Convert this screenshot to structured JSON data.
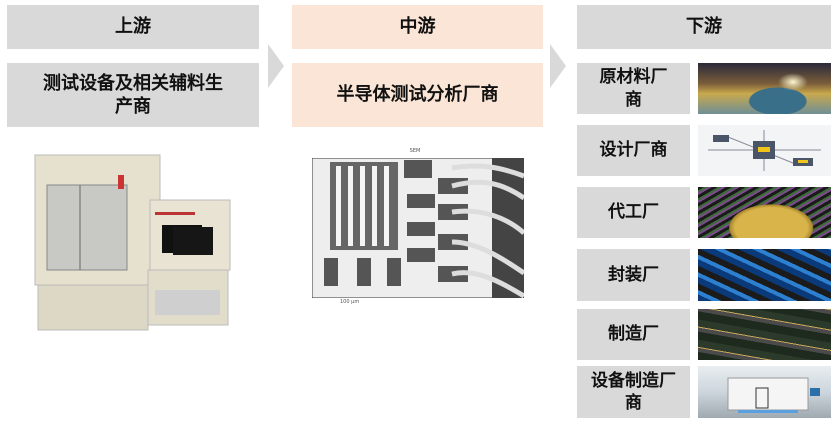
{
  "upstream": {
    "header": "上游",
    "title": "测试设备及相关辅料生产商",
    "image": "test-equipment-machine"
  },
  "midstream": {
    "header": "中游",
    "title": "半导体测试分析厂商",
    "image": "sem-micrograph",
    "image_caption": "SEM",
    "scale_label": "100 µm"
  },
  "downstream": {
    "header": "下游",
    "items": [
      {
        "label": "原材料厂商",
        "image": "wafer-materials"
      },
      {
        "label": "设计厂商",
        "image": "chip-design"
      },
      {
        "label": "代工厂",
        "image": "wafer"
      },
      {
        "label": "封装厂",
        "image": "packaged-chips"
      },
      {
        "label": "制造厂",
        "image": "circuit-board"
      },
      {
        "label": "设备制造厂商",
        "image": "equipment"
      }
    ]
  },
  "colors": {
    "gray": "#d9d9d9",
    "peach": "#fbe5d6"
  }
}
